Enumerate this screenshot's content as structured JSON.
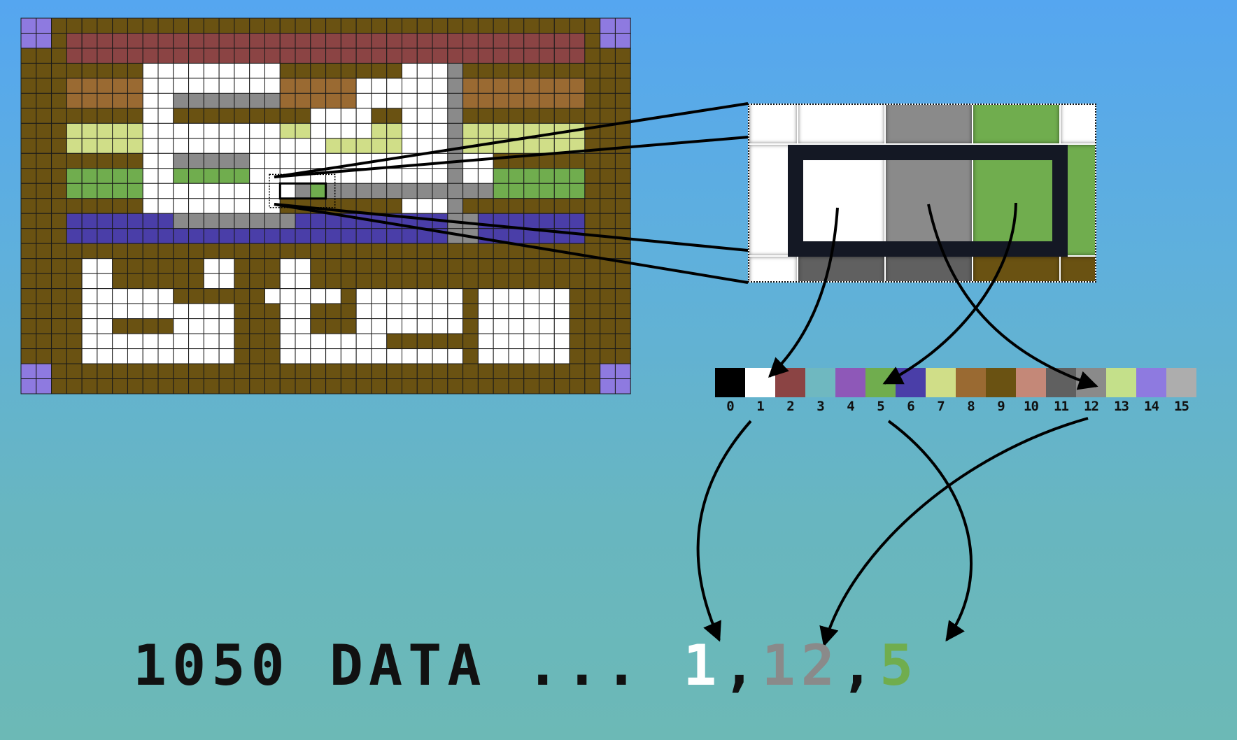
{
  "logo_text": "64 bites",
  "palette": {
    "indices": [
      "0",
      "1",
      "2",
      "3",
      "4",
      "5",
      "6",
      "7",
      "8",
      "9",
      "10",
      "11",
      "12",
      "13",
      "14",
      "15"
    ],
    "colors": [
      "#000000",
      "#ffffff",
      "#8b4444",
      "#6fb8c0",
      "#8e58b8",
      "#70ad4e",
      "#4a3ea8",
      "#d0de88",
      "#9a6a32",
      "#6a5212",
      "#c48878",
      "#606060",
      "#8a8a8a",
      "#c4e08a",
      "#8e7ae0",
      "#adadad"
    ]
  },
  "zoom": {
    "selected_colors": [
      "#ffffff",
      "#8a8a8a",
      "#70ad4e"
    ]
  },
  "data_line": {
    "prefix": "1050 DATA ... ",
    "v1": "1",
    "sep1": ",",
    "v2": "12",
    "sep2": ",",
    "v3": "5",
    "v1_color": "#ffffff",
    "v2_color": "#8a8a8a",
    "v3_color": "#70ad4e"
  }
}
